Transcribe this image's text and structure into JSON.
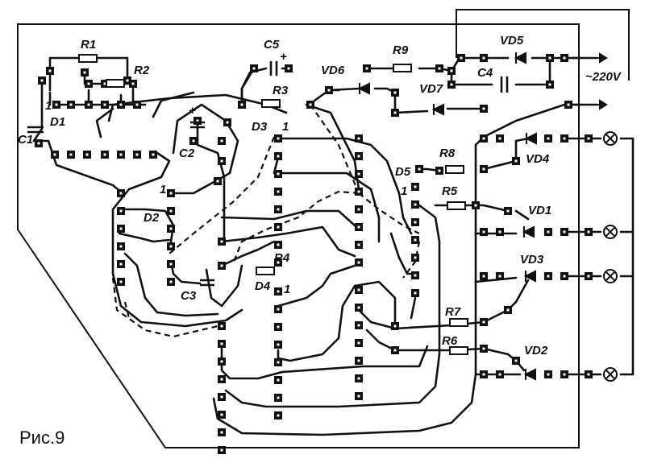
{
  "figure": {
    "caption": "Рис.9",
    "supply_label": "~220V"
  },
  "components": {
    "resistors": [
      "R1",
      "R2",
      "R3",
      "R4",
      "R5",
      "R6",
      "R7",
      "R8",
      "R9"
    ],
    "capacitors": [
      "C1",
      "C2",
      "C3",
      "C4",
      "C5"
    ],
    "chips": [
      "D1",
      "D2",
      "D3",
      "D4",
      "D5"
    ],
    "diodes": [
      "VD1",
      "VD2",
      "VD3",
      "VD4",
      "VD5",
      "VD6",
      "VD7"
    ],
    "pin_markers": [
      "1",
      "1",
      "1",
      "1",
      "1"
    ],
    "polarity_marks": [
      "+",
      "+"
    ]
  },
  "lamps": {
    "count": 4
  }
}
